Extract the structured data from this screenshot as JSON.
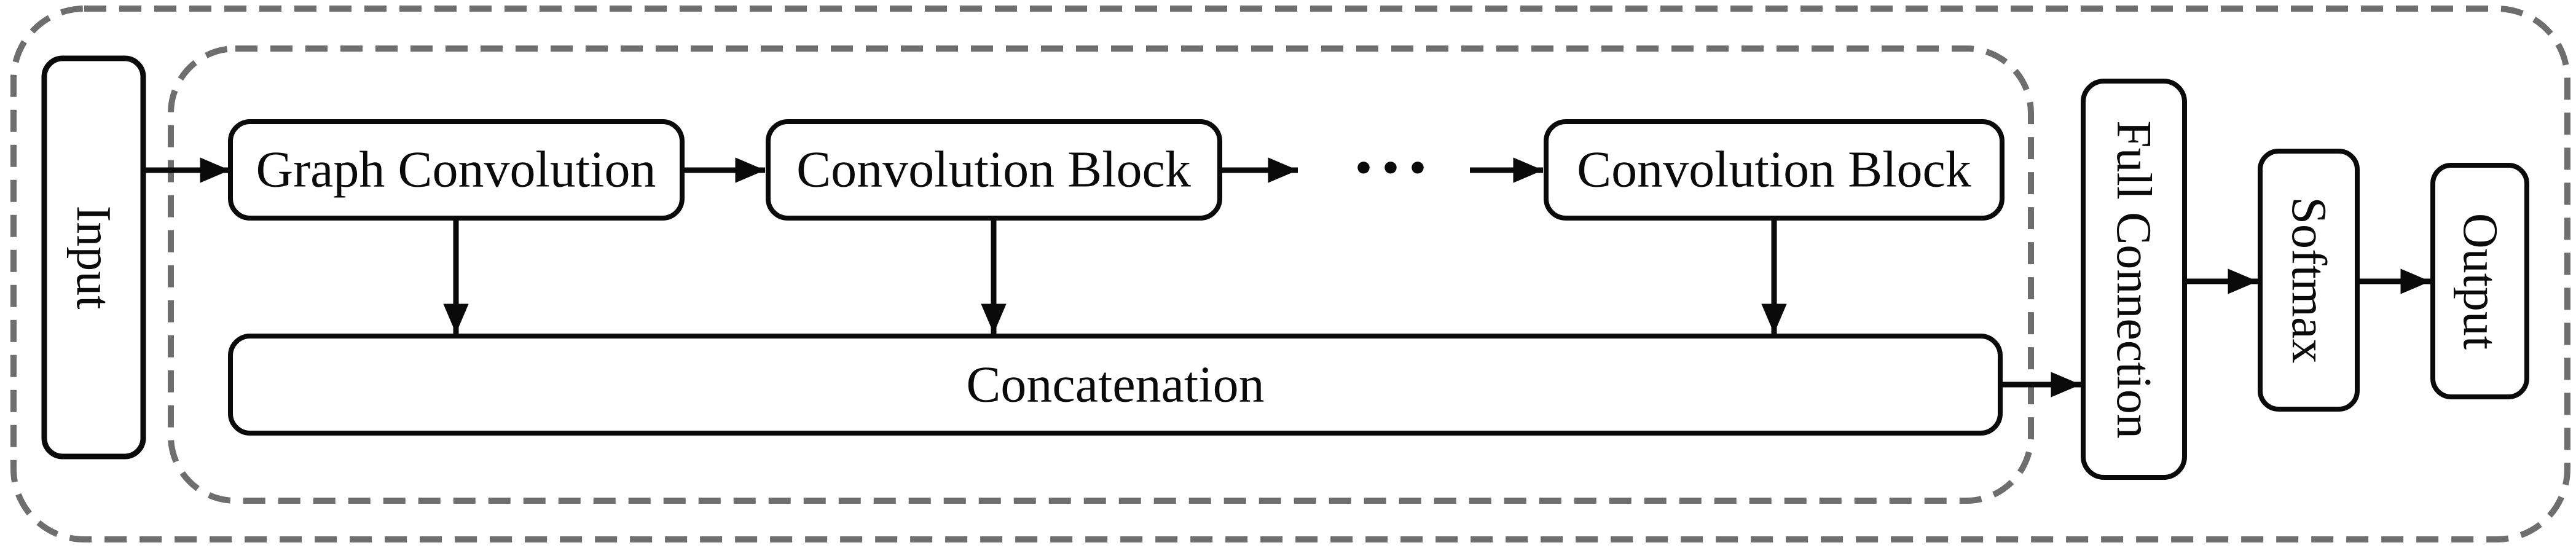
{
  "figure": {
    "nodes": {
      "input": "Input",
      "graph_convolution": "Graph Convolution",
      "convolution_block_1": "Convolution Block",
      "ellipsis": "···",
      "convolution_block_2": "Convolution Block",
      "concatenation": "Concatenation",
      "full_connection": "Full Connection",
      "softmax": "Softmax",
      "output": "Output"
    },
    "colors": {
      "box_stroke": "#0a0a0a",
      "dashed_border": "#6e6e6e",
      "text": "#0a0a0a",
      "background": "#ffffff"
    }
  }
}
